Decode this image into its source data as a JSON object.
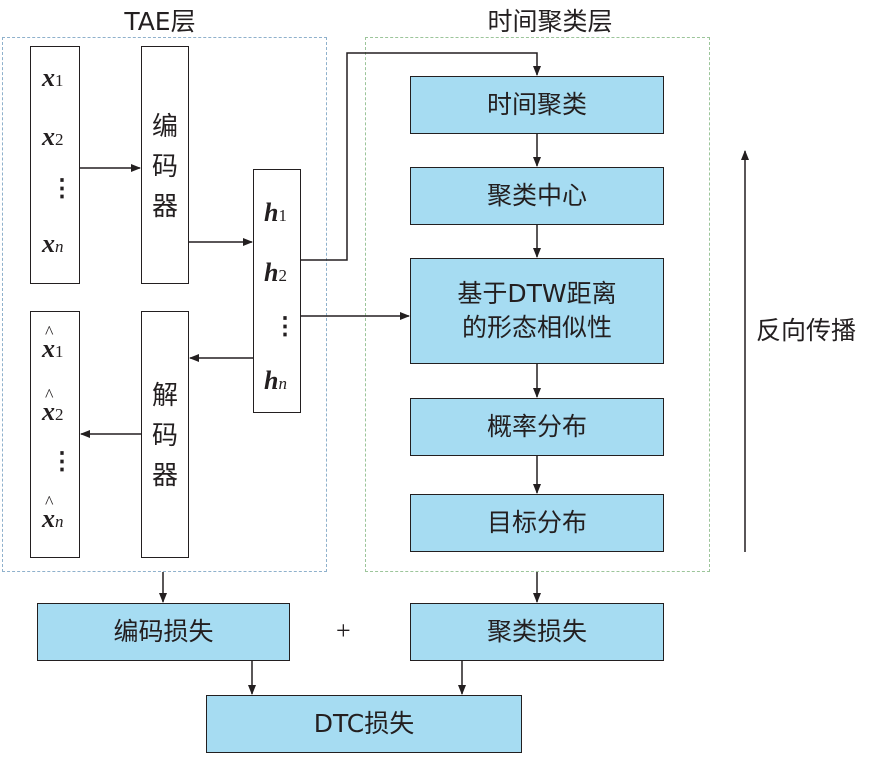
{
  "tae_layer": {
    "title": "TAE层"
  },
  "cluster_layer": {
    "title": "时间聚类层"
  },
  "inputs": {
    "x": "x",
    "n": "n",
    "dots": "⋮",
    "sub1": "1",
    "sub2": "2"
  },
  "encoder": {
    "chars": [
      "编",
      "码",
      "器"
    ]
  },
  "decoder": {
    "chars": [
      "解",
      "码",
      "器"
    ]
  },
  "latent": {
    "h": "h",
    "sub1": "1",
    "sub2": "2",
    "n": "n",
    "dots": "⋮"
  },
  "steps": [
    {
      "label": "时间聚类"
    },
    {
      "label": "聚类中心"
    },
    {
      "label": "基于DTW距离\n的形态相似性"
    },
    {
      "label": "概率分布"
    },
    {
      "label": "目标分布"
    }
  ],
  "backprop": {
    "label": "反向传播"
  },
  "losses": {
    "encoding": "编码损失",
    "clustering": "聚类损失",
    "plus": "+",
    "total": "DTC损失"
  },
  "colors": {
    "box_fill": "#a6dcf2",
    "tae_border": "#8fb1cc",
    "cluster_border": "#9cc59a",
    "line": "#231f20"
  }
}
